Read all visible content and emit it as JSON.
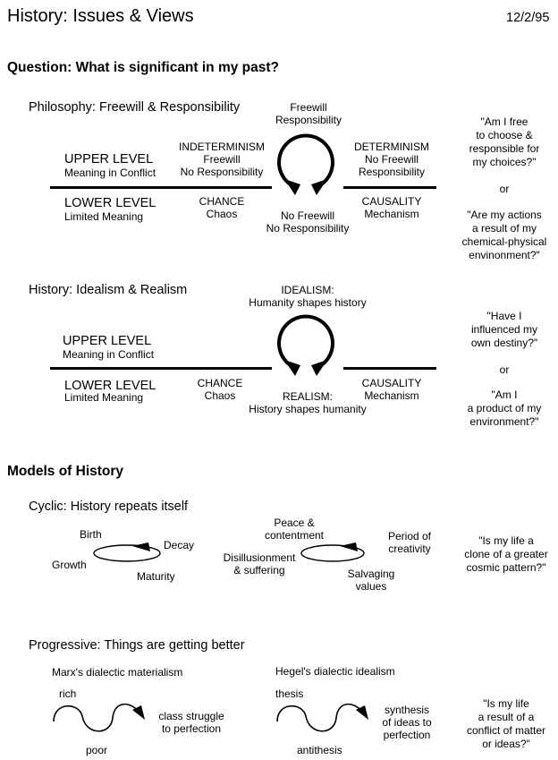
{
  "header": {
    "title": "History: Issues & Views",
    "date": "12/2/95"
  },
  "question": "Question: What is significant in my past?",
  "philosophy": {
    "heading": "Philosophy: Freewill & Responsibility",
    "top_label": [
      "Freewill",
      "Responsibility"
    ],
    "upper_level": "UPPER LEVEL",
    "upper_sub": "Meaning in Conflict",
    "lower_level": "LOWER LEVEL",
    "lower_sub": "Limited Meaning",
    "indeterminism": [
      "INDETERMINISM",
      "Freewill",
      "No Responsibility"
    ],
    "determinism": [
      "DETERMINISM",
      "No Freewill",
      "Responsibility"
    ],
    "chance": [
      "CHANCE",
      "Chaos"
    ],
    "causality": [
      "CAUSALITY",
      "Mechanism"
    ],
    "bottom_label": [
      "No Freewill",
      "No Responsibility"
    ],
    "quote1": [
      "\"Am I free",
      "to choose &",
      "responsible for",
      "my choices?\""
    ],
    "or": "or",
    "quote2": [
      "\"Are my actions",
      "a result of my",
      "chemical-physical",
      "envinonment?\""
    ]
  },
  "history": {
    "heading": "History: Idealism & Realism",
    "top_label": [
      "IDEALISM:",
      "Humanity shapes history"
    ],
    "upper_level": "UPPER LEVEL",
    "upper_sub": "Meaning in Conflict",
    "lower_level": "LOWER LEVEL",
    "lower_sub": "Limited Meaning",
    "chance": [
      "CHANCE",
      "Chaos"
    ],
    "causality": [
      "CAUSALITY",
      "Mechanism"
    ],
    "bottom_label": [
      "REALISM:",
      "History shapes humanity"
    ],
    "quote1": [
      "\"Have I",
      "influenced my",
      "own destiny?\""
    ],
    "or": "or",
    "quote2": [
      "\"Am I",
      "a product of my",
      "environment?\""
    ]
  },
  "models": {
    "heading": "Models of History",
    "cyclic": {
      "heading": "Cyclic: History repeats itself",
      "cycle1": {
        "birth": "Birth",
        "decay": "Decay",
        "growth": "Growth",
        "maturity": "Maturity"
      },
      "cycle2": {
        "peace": [
          "Peace &",
          "contentment"
        ],
        "creativity": [
          "Period of",
          "creativity"
        ],
        "disillusion": [
          "Disillusionment",
          "& suffering"
        ],
        "salvaging": [
          "Salvaging",
          "values"
        ]
      },
      "quote": [
        "\"Is my life a",
        "clone of a greater",
        "cosmic pattern?\""
      ]
    },
    "progressive": {
      "heading": "Progressive: Things are getting better",
      "marx": {
        "title": "Marx's dialectic materialism",
        "rich": "rich",
        "poor": "poor",
        "end": [
          "class struggle",
          "to perfection"
        ]
      },
      "hegel": {
        "title": "Hegel's dialectic idealism",
        "thesis": "thesis",
        "antithesis": "antithesis",
        "end": [
          "synthesis",
          "of ideas to",
          "perfection"
        ]
      },
      "quote": [
        "\"Is my life",
        "a result of a",
        "conflict of matter",
        "or ideas?\""
      ]
    }
  }
}
